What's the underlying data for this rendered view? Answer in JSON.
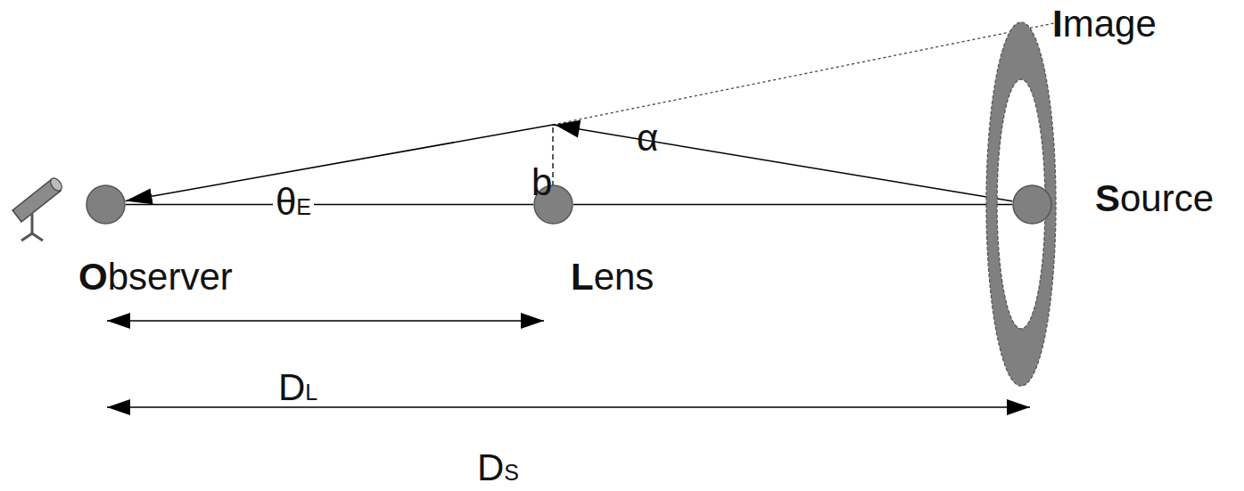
{
  "diagram": {
    "nodes": [
      {
        "text": [
          "Observer"
        ]
      },
      {
        "text": [
          "Lens"
        ]
      },
      {
        "text": [
          "Source"
        ]
      },
      {
        "text": [
          "Image"
        ]
      }
    ],
    "edges": [
      {
        "from": 0,
        "to": 1,
        "arrow": "none"
      },
      {
        "from": 1,
        "to": 2,
        "arrow": "none"
      },
      {
        "from": 2,
        "to": 0,
        "arrow": "to"
      }
    ],
    "labels": [
      "θE",
      "b",
      "α",
      "DL",
      "DS"
    ]
  }
}
